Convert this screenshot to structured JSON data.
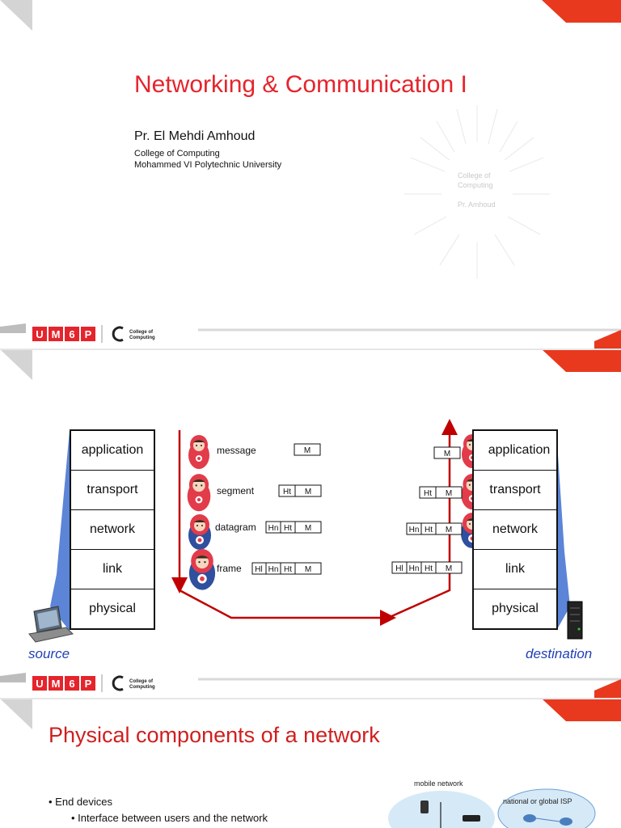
{
  "slide1": {
    "title": "Networking & Communication I",
    "author": "Pr. El Mehdi Amhoud",
    "affiliation_college": "College of Computing",
    "affiliation_university": "Mohammed VI Polytechnic University",
    "watermark_line1": "College of",
    "watermark_line2": "Computing",
    "watermark_line3": "Pr. Amhoud"
  },
  "logo": {
    "brand_letters": [
      "U",
      "M",
      "6",
      "P"
    ],
    "college_line1": "College of",
    "college_line2": "Computing"
  },
  "slide2": {
    "source_layers": [
      "application",
      "transport",
      "network",
      "link",
      "physical"
    ],
    "destination_layers": [
      "application",
      "transport",
      "network",
      "link",
      "physical"
    ],
    "pdu_labels": [
      "message",
      "segment",
      "datagram",
      "frame"
    ],
    "header_tags": {
      "message": "M",
      "transport_header": "Ht",
      "network_header": "Hn",
      "link_header": "Hl"
    },
    "source_caption": "source",
    "destination_caption": "destination"
  },
  "slide3": {
    "title": "Physical components of a network",
    "bullet1": "End devices",
    "bullet1_sub": "Interface between users and the network",
    "mobile_network_label": "mobile network",
    "isp_label": "national or global ISP"
  },
  "colors": {
    "accent_red": "#e5242c",
    "title_red": "#cf1f1f",
    "caption_blue": "#1f3fb5",
    "gray": "#cfcfcf"
  }
}
